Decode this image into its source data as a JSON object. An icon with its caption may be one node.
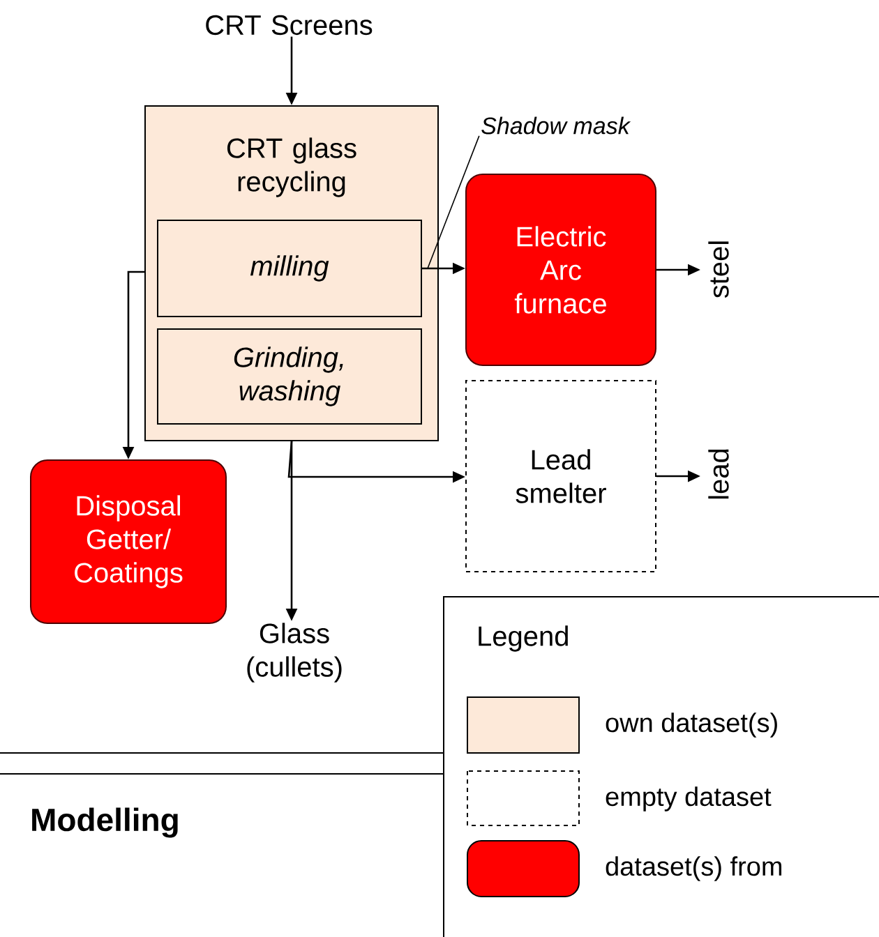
{
  "diagram": {
    "title": "Modelling",
    "nodes": [
      {
        "text": [
          "CRT Screens"
        ]
      },
      {
        "text": [
          "CRT glass recycling"
        ]
      },
      {
        "text": [
          "milling"
        ],
        "in": 1
      },
      {
        "text": [
          "Grinding, washing"
        ],
        "in": 1
      },
      {
        "text": [
          "Electric Arc furnace"
        ]
      },
      {
        "text": [
          "steel"
        ]
      },
      {
        "text": [
          "Lead smelter"
        ]
      },
      {
        "text": [
          "lead"
        ]
      },
      {
        "text": [
          "Disposal Getter/ Coatings"
        ]
      },
      {
        "text": [
          "Glass (cullets)"
        ]
      },
      {
        "text": [
          "Shadow mask"
        ]
      }
    ],
    "edges": [
      {
        "from": 0,
        "to": 1,
        "arrow": "to"
      },
      {
        "from": 2,
        "to": 4,
        "arrow": "to"
      },
      {
        "from": 4,
        "to": 5,
        "arrow": "to"
      },
      {
        "from": 6,
        "to": 7,
        "arrow": "to"
      },
      {
        "from": 1,
        "to": 8,
        "arrow": "to"
      },
      {
        "from": 1,
        "to": 9,
        "arrow": "to"
      },
      {
        "from": 1,
        "to": 6,
        "arrow": "to"
      },
      {
        "from": 10,
        "to": 2,
        "arrow": "none"
      }
    ],
    "labels": [
      "Legend"
    ],
    "legend": [
      {
        "text": "own dataset(s)",
        "color": "#fde9d9"
      },
      {
        "text": "empty dataset"
      },
      {
        "text": "dataset(s) from",
        "color": "#ff0000"
      }
    ]
  }
}
